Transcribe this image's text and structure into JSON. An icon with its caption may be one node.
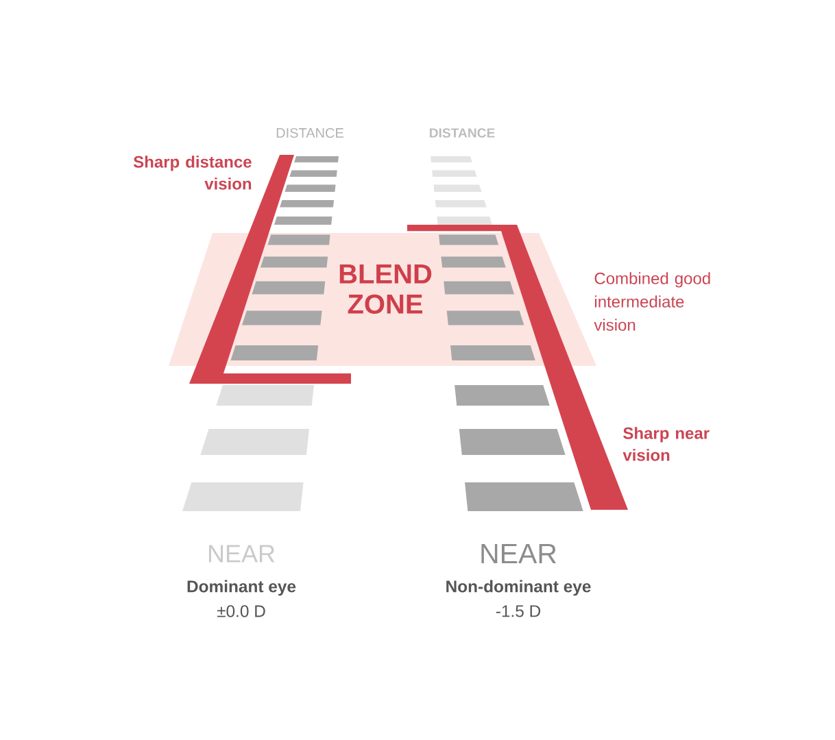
{
  "diagram": {
    "nodes": [
      {
        "text": [
          "BLEND ZONE"
        ],
        "beside": [
          "Combined good intermediate vision"
        ]
      }
    ],
    "labels": [
      "DISTANCE",
      "DISTANCE",
      "Sharp distance vision",
      "Sharp near vision",
      "NEAR",
      "NEAR",
      "Dominant eye",
      "Non-dominant eye",
      "±0.0 D",
      "-1.5 D"
    ]
  }
}
